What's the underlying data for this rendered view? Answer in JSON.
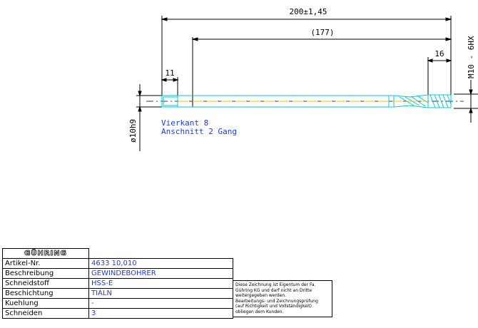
{
  "dimensions": {
    "overall_length": "200±1,45",
    "shank_length": "(177)",
    "square_length": "11",
    "thread_length": "16",
    "thread_size": "M10 - 6HX",
    "shank_diameter": "ø10h9"
  },
  "notes": {
    "square": "Vierkant 8",
    "chamfer": "Anschnitt 2 Gang"
  },
  "title_block": {
    "logo": "GÜHRING",
    "rows": [
      {
        "label": "Artikel-Nr.",
        "value": "4633 10,010"
      },
      {
        "label": "Beschreibung",
        "value": "GEWINDEBOHRER"
      },
      {
        "label": "Schneidstoff",
        "value": "HSS-E"
      },
      {
        "label": "Beschichtung",
        "value": "TIALN"
      },
      {
        "label": "Kuehlung",
        "value": "-"
      },
      {
        "label": "Schneiden",
        "value": "3"
      }
    ]
  },
  "ownership_notice": {
    "lines": [
      "Diese Zeichnung ist Eigentum der Fa.",
      "Gühring KG und darf nicht an Dritte",
      "weitergegeben werden.",
      "Bearbeitungs- und Zeichnungsprüfung",
      "(auf Richtigkeit und Vollständigkeit)",
      "obliegen dem Kunden."
    ]
  },
  "colors": {
    "outline": "#00c8dc",
    "centerline": "#e8c800",
    "dimension": "#000000",
    "note": "#1d3bd8"
  }
}
